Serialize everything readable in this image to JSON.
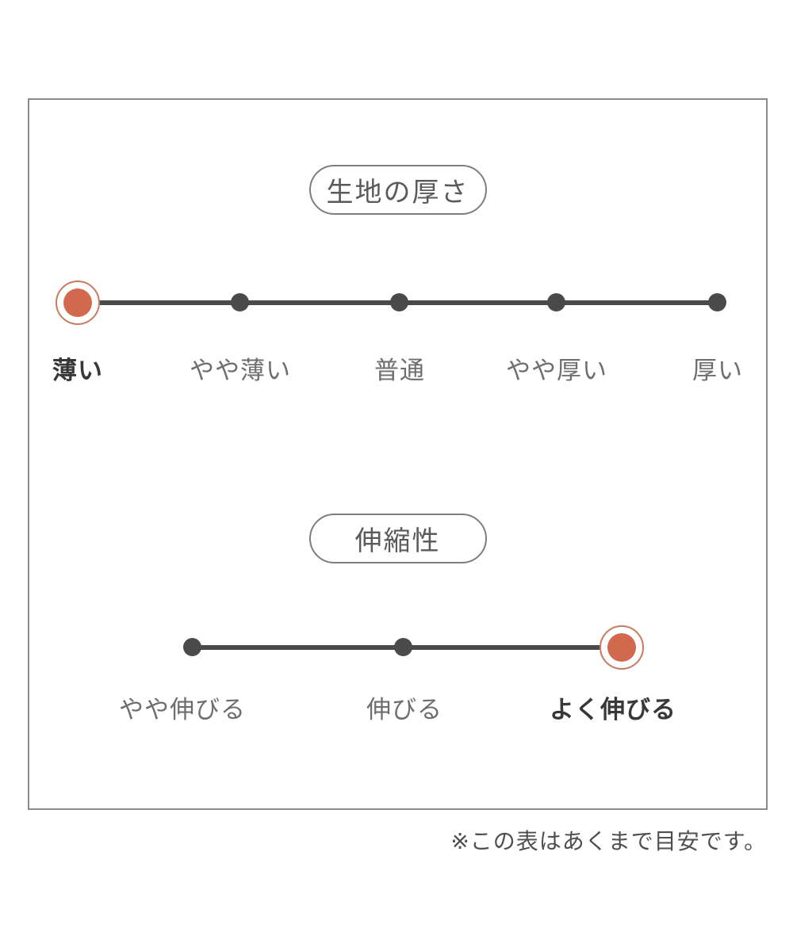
{
  "colors": {
    "accent": "#d2694f",
    "accent_ring": "#c97a5f",
    "scale_ink": "#4a4a4a",
    "label": "#6e6e6e",
    "label_selected": "#383838",
    "panel_border": "#8a8a8a"
  },
  "chart_data": [
    {
      "type": "scale",
      "title": "生地の厚さ",
      "categories": [
        "薄い",
        "やや薄い",
        "普通",
        "やや厚い",
        "厚い"
      ],
      "num_levels": 5,
      "selected_index": 0,
      "selected_label": "薄い",
      "legend_position": "none",
      "grid": false
    },
    {
      "type": "scale",
      "title": "伸縮性",
      "categories": [
        "やや伸びる",
        "伸びる",
        "よく伸びる"
      ],
      "num_levels": 3,
      "selected_index": 2,
      "selected_label": "よく伸びる",
      "legend_position": "none",
      "grid": false
    }
  ],
  "footer": {
    "note": "※この表はあくまで目安です。"
  }
}
